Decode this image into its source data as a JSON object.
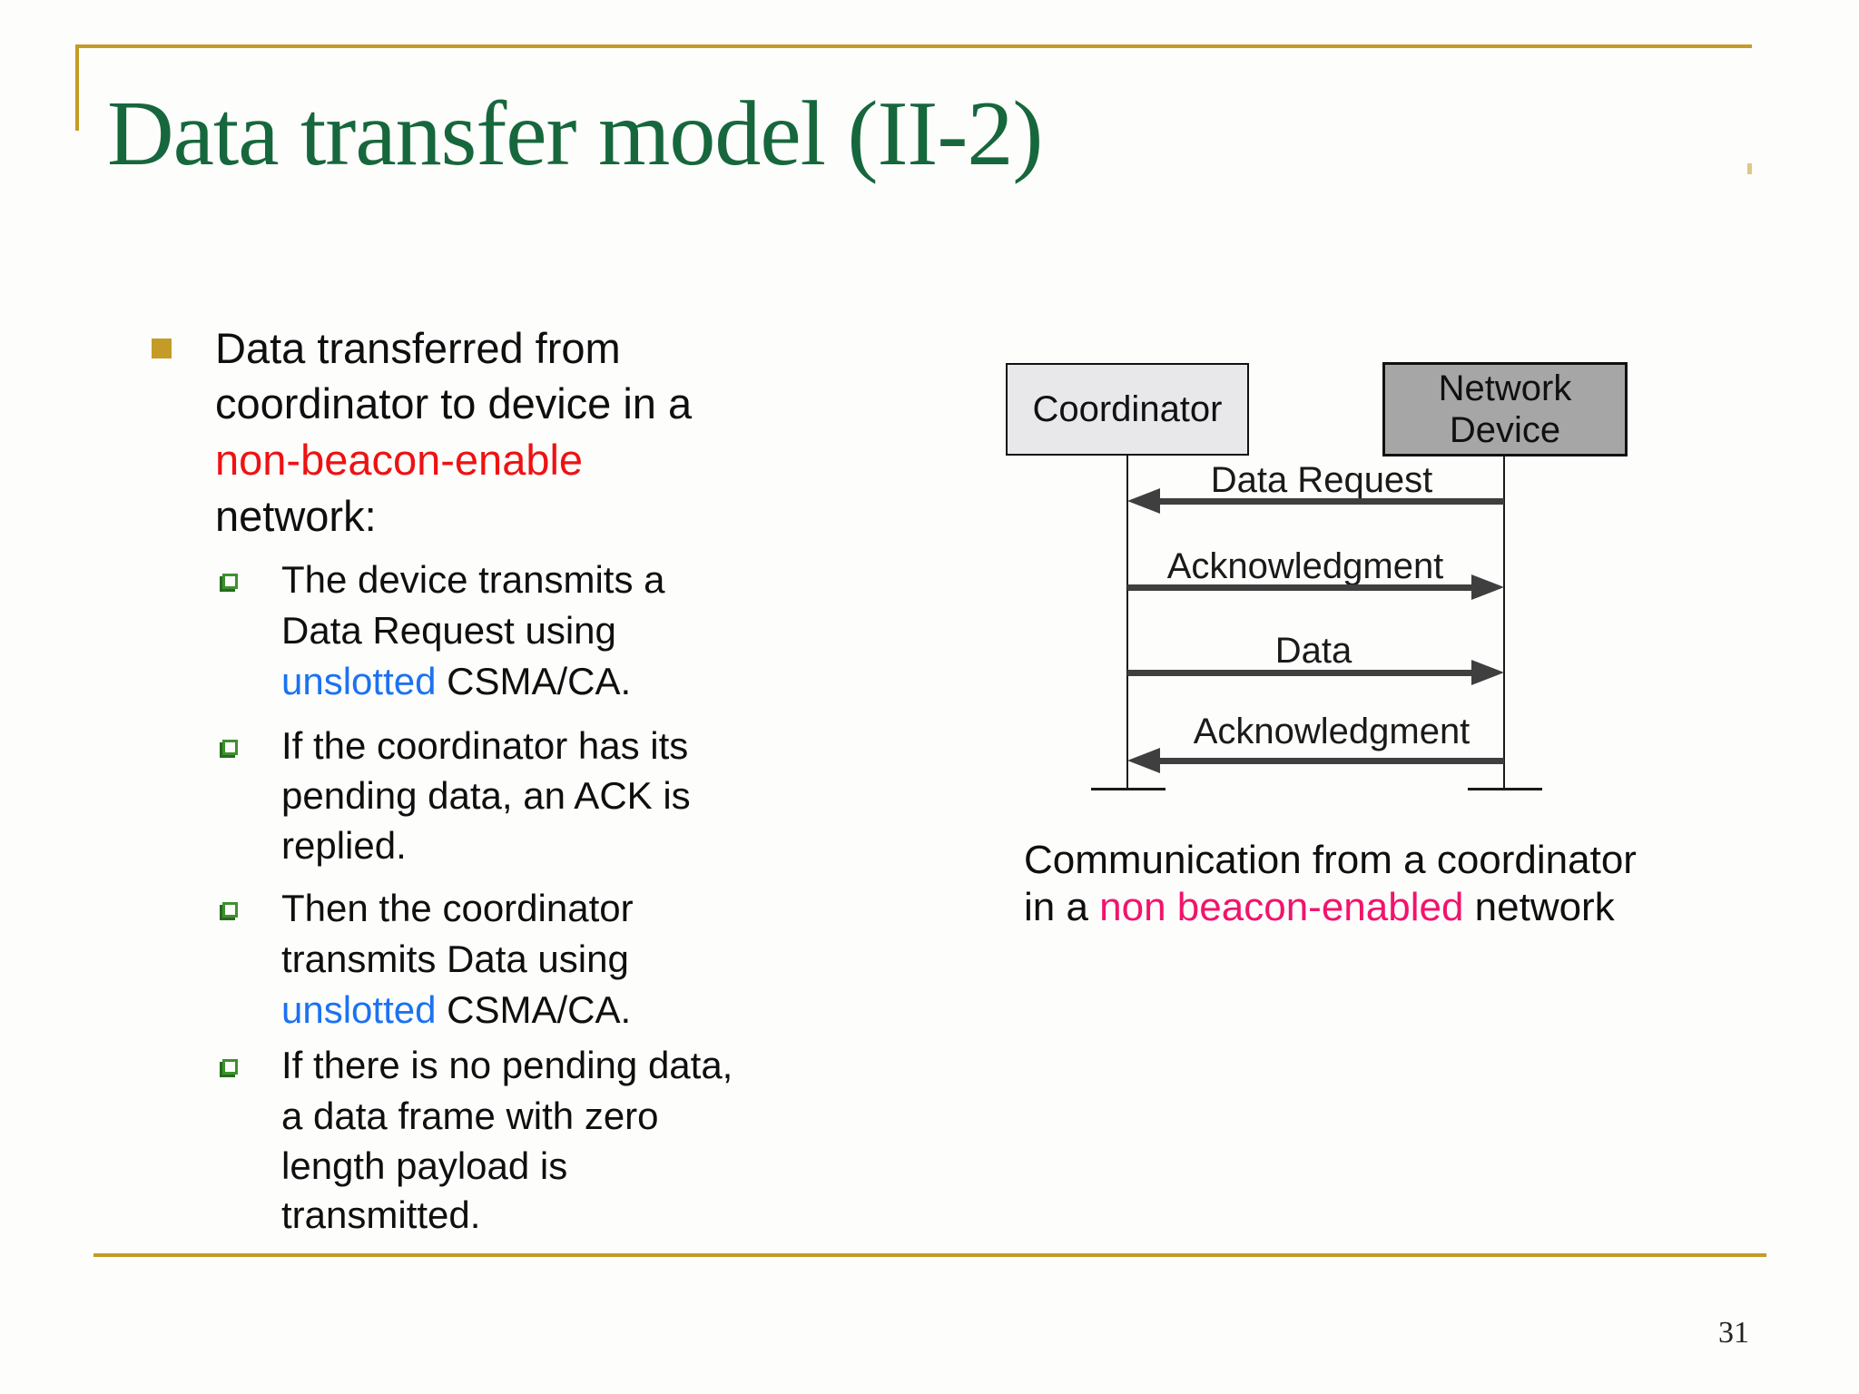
{
  "colors": {
    "gold": "#C49B26",
    "title-green": "#17673D",
    "red": "#EE1212",
    "blue": "#1B72F2",
    "pink": "#F0146C",
    "bullet-green": "#3F8F2F",
    "bullet-green-dark": "#256B1E",
    "arrow": "#3F3F3F",
    "coordinator-fill": "#E8E8EA",
    "device-fill": "#A6A6A6",
    "box-border": "#111111"
  },
  "title": "Data transfer model (II-2)",
  "page_number": "31",
  "bullets": {
    "main": {
      "lines": [
        "Data transferred from",
        "coordinator to device in a",
        "non-beacon-enable",
        "network:"
      ]
    },
    "sub": [
      {
        "l1": "The device transmits a",
        "l2": "Data Request using",
        "l3a": "unslotted",
        "l3b": " CSMA/CA."
      },
      {
        "l1": "If the coordinator has its",
        "l2": "pending data, an ACK is",
        "l3": "replied."
      },
      {
        "l1": "Then the coordinator",
        "l2": "transmits Data using",
        "l3a": "unslotted",
        "l3b": " CSMA/CA."
      },
      {
        "l1": "If there is no pending data,",
        "l2": "a data frame with zero",
        "l3": "length payload is",
        "l4": "transmitted."
      }
    ]
  },
  "diagram": {
    "coordinator_label": "Coordinator",
    "device_label_line1": "Network",
    "device_label_line2": "Device",
    "messages": [
      "Data Request",
      "Acknowledgment",
      "Data",
      "Acknowledgment"
    ]
  },
  "caption": {
    "line1": "Communication from a coordinator",
    "line2a": "in a ",
    "line2b": "non beacon-enabled",
    "line2c": " network"
  }
}
